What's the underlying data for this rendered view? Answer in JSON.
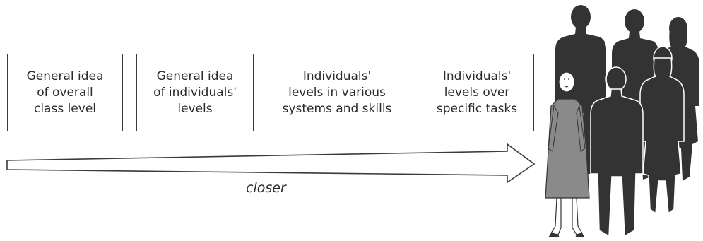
{
  "boxes": [
    {
      "label": "General idea\nof overall\nclass level"
    },
    {
      "label": "General idea\nof individuals'\nlevels"
    },
    {
      "label": "Individuals'\nlevels in various\nsystems and skills"
    },
    {
      "label": "Individuals'\nlevels over\nspecific tasks"
    }
  ],
  "arrow": {
    "caption": "closer"
  },
  "colors": {
    "ink": "#2b2b2b",
    "silhouette": "#333333",
    "dress": "#8a8a8a"
  }
}
